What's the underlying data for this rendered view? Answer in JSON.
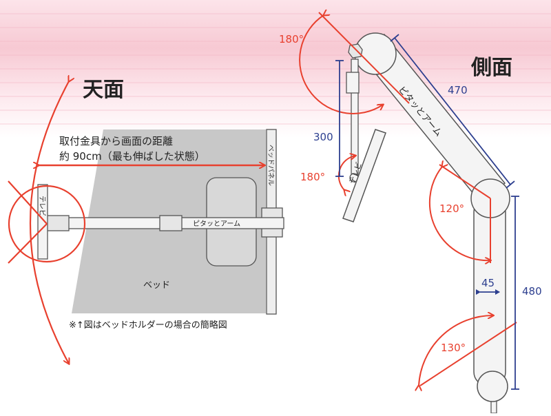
{
  "colors": {
    "accent_red": "#e8402e",
    "dim_blue": "#2d3f8f",
    "bed_gray": "#c8c8c8",
    "arm_fill": "#f4f4f4",
    "outline": "#555555",
    "band_pink": "#f7c9d3"
  },
  "top_view": {
    "title": "天面",
    "distance_line1": "取付金具から画面の距離",
    "distance_line2": "約 90cm（最も伸ばした状態）",
    "tv_label": "テレビ",
    "arm_label": "ピタッとアーム",
    "bed_label": "ベッド",
    "panel_label": "ベッドパネル",
    "note": "※↑図はベッドホルダーの場合の簡略図"
  },
  "side_view": {
    "title": "側面",
    "tv_label": "テレビ",
    "arm_label": "ピタッとアーム",
    "angle_top": "180°",
    "angle_tv": "180°",
    "angle_mid": "120°",
    "angle_bottom": "130°",
    "dim_upper_arm": "470",
    "dim_pole": "300",
    "dim_lower_arm": "480",
    "dim_width": "45"
  }
}
